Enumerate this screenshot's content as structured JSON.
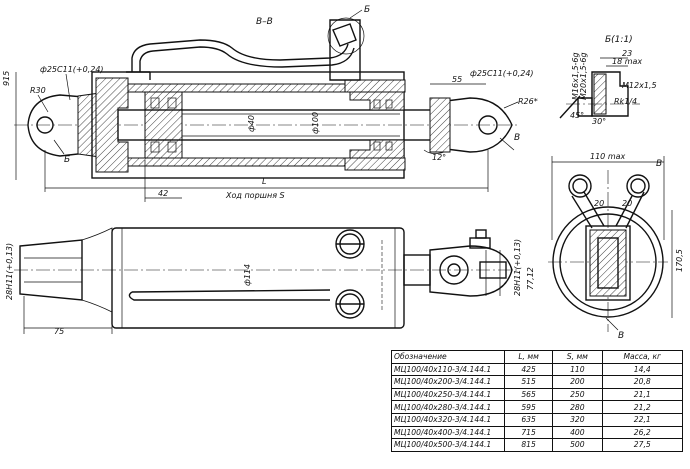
{
  "views": {
    "section_title": "В–В",
    "callout_b": "Б",
    "detail_title": "Б(1:1)",
    "section_letter": "В"
  },
  "dims": {
    "height_915": "915",
    "r30": "R30",
    "r26": "R26*",
    "dia25_left": "ф25С11(+0,24)",
    "dia25_right": "ф25С11(+0,24)",
    "len_55": "55",
    "dia40": "ф40",
    "dia100": "ф100",
    "angle_12": "12°",
    "len_L": "L",
    "len_42": "42",
    "stroke_label": "Ход поршня S",
    "dia114": "ф114",
    "w28_left": "28Н11(+0,13)",
    "w28_right": "28Н11(+0,13)",
    "w77": "77,12",
    "len_75": "75",
    "width_110max": "110 max",
    "h170": "170,5",
    "len_20a": "20",
    "len_20b": "20",
    "det_23": "23",
    "det_18max": "18 max",
    "det_m20": "М20х1,5-6g",
    "det_m16": "М16х1,5-6g",
    "det_m12": "М12х1,5",
    "det_45": "45°",
    "det_30": "30°",
    "det_rk": "Rk1/4"
  },
  "table": {
    "headers": [
      "Обозначение",
      "L, мм",
      "S, мм",
      "Масса, кг"
    ],
    "rows": [
      [
        "МЦ100/40х110-3/4.144.1",
        "425",
        "110",
        "14,4"
      ],
      [
        "МЦ100/40х200-3/4.144.1",
        "515",
        "200",
        "20,8"
      ],
      [
        "МЦ100/40х250-3/4.144.1",
        "565",
        "250",
        "21,1"
      ],
      [
        "МЦ100/40х280-3/4.144.1",
        "595",
        "280",
        "21,2"
      ],
      [
        "МЦ100/40х320-3/4.144.1",
        "635",
        "320",
        "22,1"
      ],
      [
        "МЦ100/40х400-3/4.144.1",
        "715",
        "400",
        "26,2"
      ],
      [
        "МЦ100/40х500-3/4.144.1",
        "815",
        "500",
        "27,5"
      ]
    ]
  }
}
